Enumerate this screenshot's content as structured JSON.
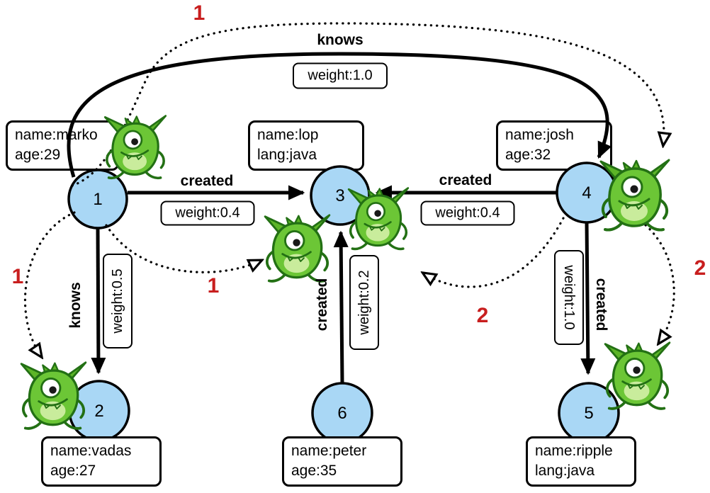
{
  "vertices": [
    {
      "id": "1",
      "prop1": "name:marko",
      "prop2": "age:29"
    },
    {
      "id": "2",
      "prop1": "name:vadas",
      "prop2": "age:27"
    },
    {
      "id": "3",
      "prop1": "name:lop",
      "prop2": "lang:java"
    },
    {
      "id": "4",
      "prop1": "name:josh",
      "prop2": "age:32"
    },
    {
      "id": "5",
      "prop1": "name:ripple",
      "prop2": "lang:java"
    },
    {
      "id": "6",
      "prop1": "name:peter",
      "prop2": "age:35"
    }
  ],
  "edges": {
    "knows_top": {
      "label": "knows",
      "weight": "weight:1.0"
    },
    "created_left": {
      "label": "created",
      "weight": "weight:0.4"
    },
    "created_right": {
      "label": "created",
      "weight": "weight:0.4"
    },
    "knows_down": {
      "label": "knows",
      "weight": "weight:0.5"
    },
    "created_up": {
      "label": "created",
      "weight": "weight:0.2"
    },
    "created_down": {
      "label": "created",
      "weight": "weight:1.0"
    }
  },
  "traversal_markers": {
    "top": "1",
    "left": "1",
    "center": "1",
    "mid_right": "2",
    "right": "2"
  },
  "colors": {
    "vertex_fill": "#a9d7f5",
    "marker_red": "#c81e1e",
    "gremlin_green": "#6cc636"
  }
}
